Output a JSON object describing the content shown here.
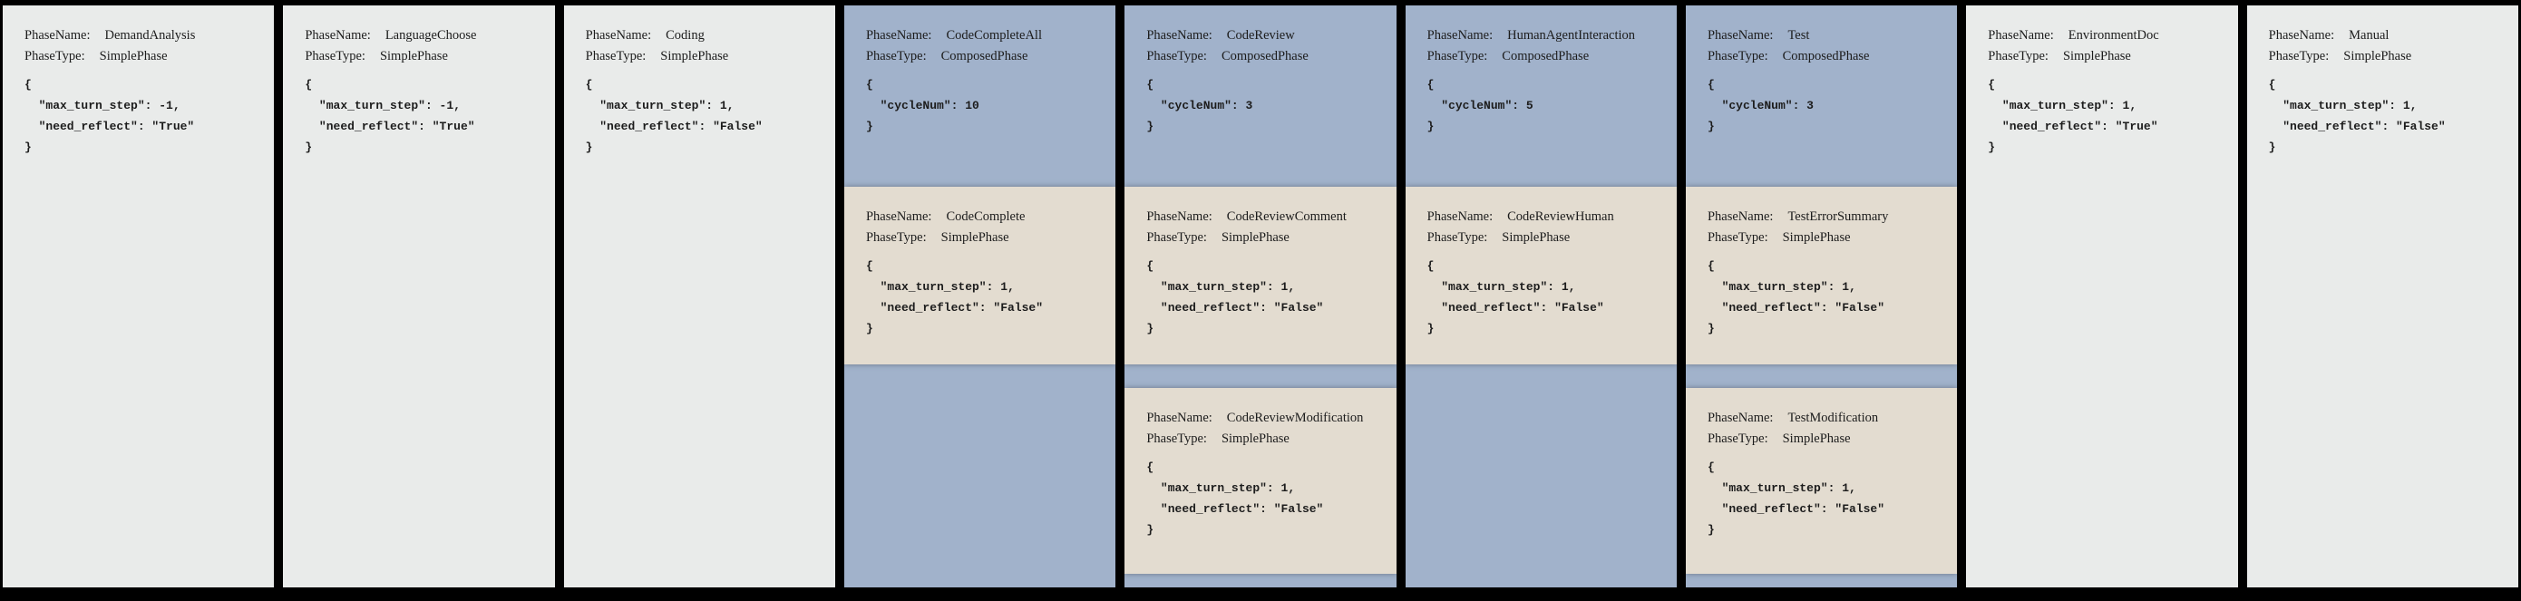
{
  "labels": {
    "phase_name": "PhaseName:",
    "phase_type": "PhaseType:"
  },
  "colors": {
    "background": "#000000",
    "simple_phase_card": "#e9ebea",
    "composed_phase_card": "#a1b2cb",
    "subphase_card": "#e3dcd0",
    "text": "#1c1c1c"
  },
  "phases": [
    {
      "name": "DemandAnalysis",
      "type": "SimplePhase",
      "config": "{\n  \"max_turn_step\": -1,\n  \"need_reflect\": \"True\"\n}"
    },
    {
      "name": "LanguageChoose",
      "type": "SimplePhase",
      "config": "{\n  \"max_turn_step\": -1,\n  \"need_reflect\": \"True\"\n}"
    },
    {
      "name": "Coding",
      "type": "SimplePhase",
      "config": "{\n  \"max_turn_step\": 1,\n  \"need_reflect\": \"False\"\n}"
    },
    {
      "name": "CodeCompleteAll",
      "type": "ComposedPhase",
      "config": "{\n  \"cycleNum\": 10\n}",
      "subphases": [
        {
          "name": "CodeComplete",
          "type": "SimplePhase",
          "config": "{\n  \"max_turn_step\": 1,\n  \"need_reflect\": \"False\"\n}"
        }
      ]
    },
    {
      "name": "CodeReview",
      "type": "ComposedPhase",
      "config": "{\n  \"cycleNum\": 3\n}",
      "subphases": [
        {
          "name": "CodeReviewComment",
          "type": "SimplePhase",
          "config": "{\n  \"max_turn_step\": 1,\n  \"need_reflect\": \"False\"\n}"
        },
        {
          "name": "CodeReviewModification",
          "type": "SimplePhase",
          "config": "{\n  \"max_turn_step\": 1,\n  \"need_reflect\": \"False\"\n}"
        }
      ]
    },
    {
      "name": "HumanAgentInteraction",
      "type": "ComposedPhase",
      "config": "{\n  \"cycleNum\": 5\n}",
      "subphases": [
        {
          "name": "CodeReviewHuman",
          "type": "SimplePhase",
          "config": "{\n  \"max_turn_step\": 1,\n  \"need_reflect\": \"False\"\n}"
        }
      ]
    },
    {
      "name": "Test",
      "type": "ComposedPhase",
      "config": "{\n  \"cycleNum\": 3\n}",
      "subphases": [
        {
          "name": "TestErrorSummary",
          "type": "SimplePhase",
          "config": "{\n  \"max_turn_step\": 1,\n  \"need_reflect\": \"False\"\n}"
        },
        {
          "name": "TestModification",
          "type": "SimplePhase",
          "config": "{\n  \"max_turn_step\": 1,\n  \"need_reflect\": \"False\"\n}"
        }
      ]
    },
    {
      "name": "EnvironmentDoc",
      "type": "SimplePhase",
      "config": "{\n  \"max_turn_step\": 1,\n  \"need_reflect\": \"True\"\n}"
    },
    {
      "name": "Manual",
      "type": "SimplePhase",
      "config": "{\n  \"max_turn_step\": 1,\n  \"need_reflect\": \"False\"\n}"
    }
  ]
}
